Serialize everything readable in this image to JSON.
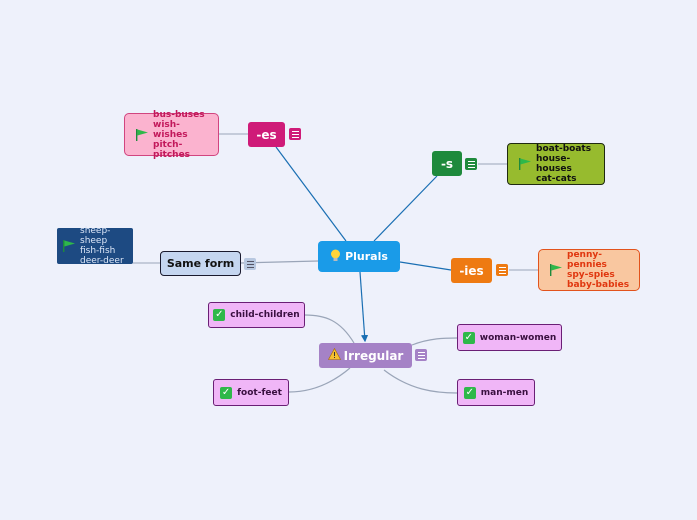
{
  "root": {
    "label": "Plurals",
    "icon": "lightbulb-icon",
    "color": "#1a9be8"
  },
  "branches": {
    "es": {
      "label": "-es",
      "color": "#cf1b78",
      "notes": [
        "bus-buses",
        "wish-wishes",
        "pitch-pitches"
      ]
    },
    "s": {
      "label": "-s",
      "color": "#1e8a3c",
      "notes": [
        "boat-boats",
        "house-houses",
        "cat-cats"
      ]
    },
    "ies": {
      "label": "-ies",
      "color": "#ee7a12",
      "notes": [
        "penny-pennies",
        "spy-spies",
        "baby-babies"
      ]
    },
    "same": {
      "label": "Same form",
      "color": "#c5d6f0",
      "notes": [
        "sheep-sheep",
        "fish-fish",
        "deer-deer"
      ]
    },
    "irregular": {
      "label": "Irregular",
      "icon": "warning-icon",
      "color": "#a582c6",
      "children": [
        "child-children",
        "woman-women",
        "foot-feet",
        "man-men"
      ]
    }
  },
  "colors": {
    "background": "#eef1fb",
    "connector": "#1a6fb3",
    "es_note_bg": "#fbb3cf",
    "s_note_bg": "#97bb2e",
    "ies_note_bg": "#f9c7a0",
    "same_note_bg": "#1d4a82",
    "leaf_bg": "#f0b6f7"
  }
}
